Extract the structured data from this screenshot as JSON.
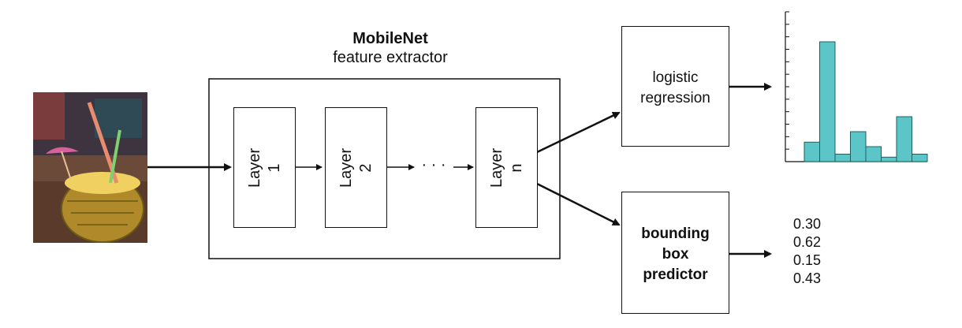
{
  "extractor": {
    "title": "MobileNet",
    "subtitle": "feature extractor"
  },
  "layers": [
    {
      "word": "Layer",
      "index": "1"
    },
    {
      "word": "Layer",
      "index": "2"
    },
    {
      "word": "Layer",
      "index": "n"
    }
  ],
  "ellipsis": "· · ·",
  "classifier": {
    "line1": "logistic",
    "line2": "regression"
  },
  "bbox_predictor": {
    "line1": "bounding",
    "line2": "box",
    "line3": "predictor"
  },
  "bbox_outputs": [
    "0.30",
    "0.62",
    "0.15",
    "0.43"
  ],
  "histogram": {
    "bar_color": "#5bc5c8",
    "values": [
      0.13,
      0.8,
      0.05,
      0.2,
      0.1,
      0.03,
      0.3,
      0.05
    ],
    "y_ticks": 12
  },
  "input_image": {
    "description_icon": "pineapple-drink-photo-icon"
  }
}
